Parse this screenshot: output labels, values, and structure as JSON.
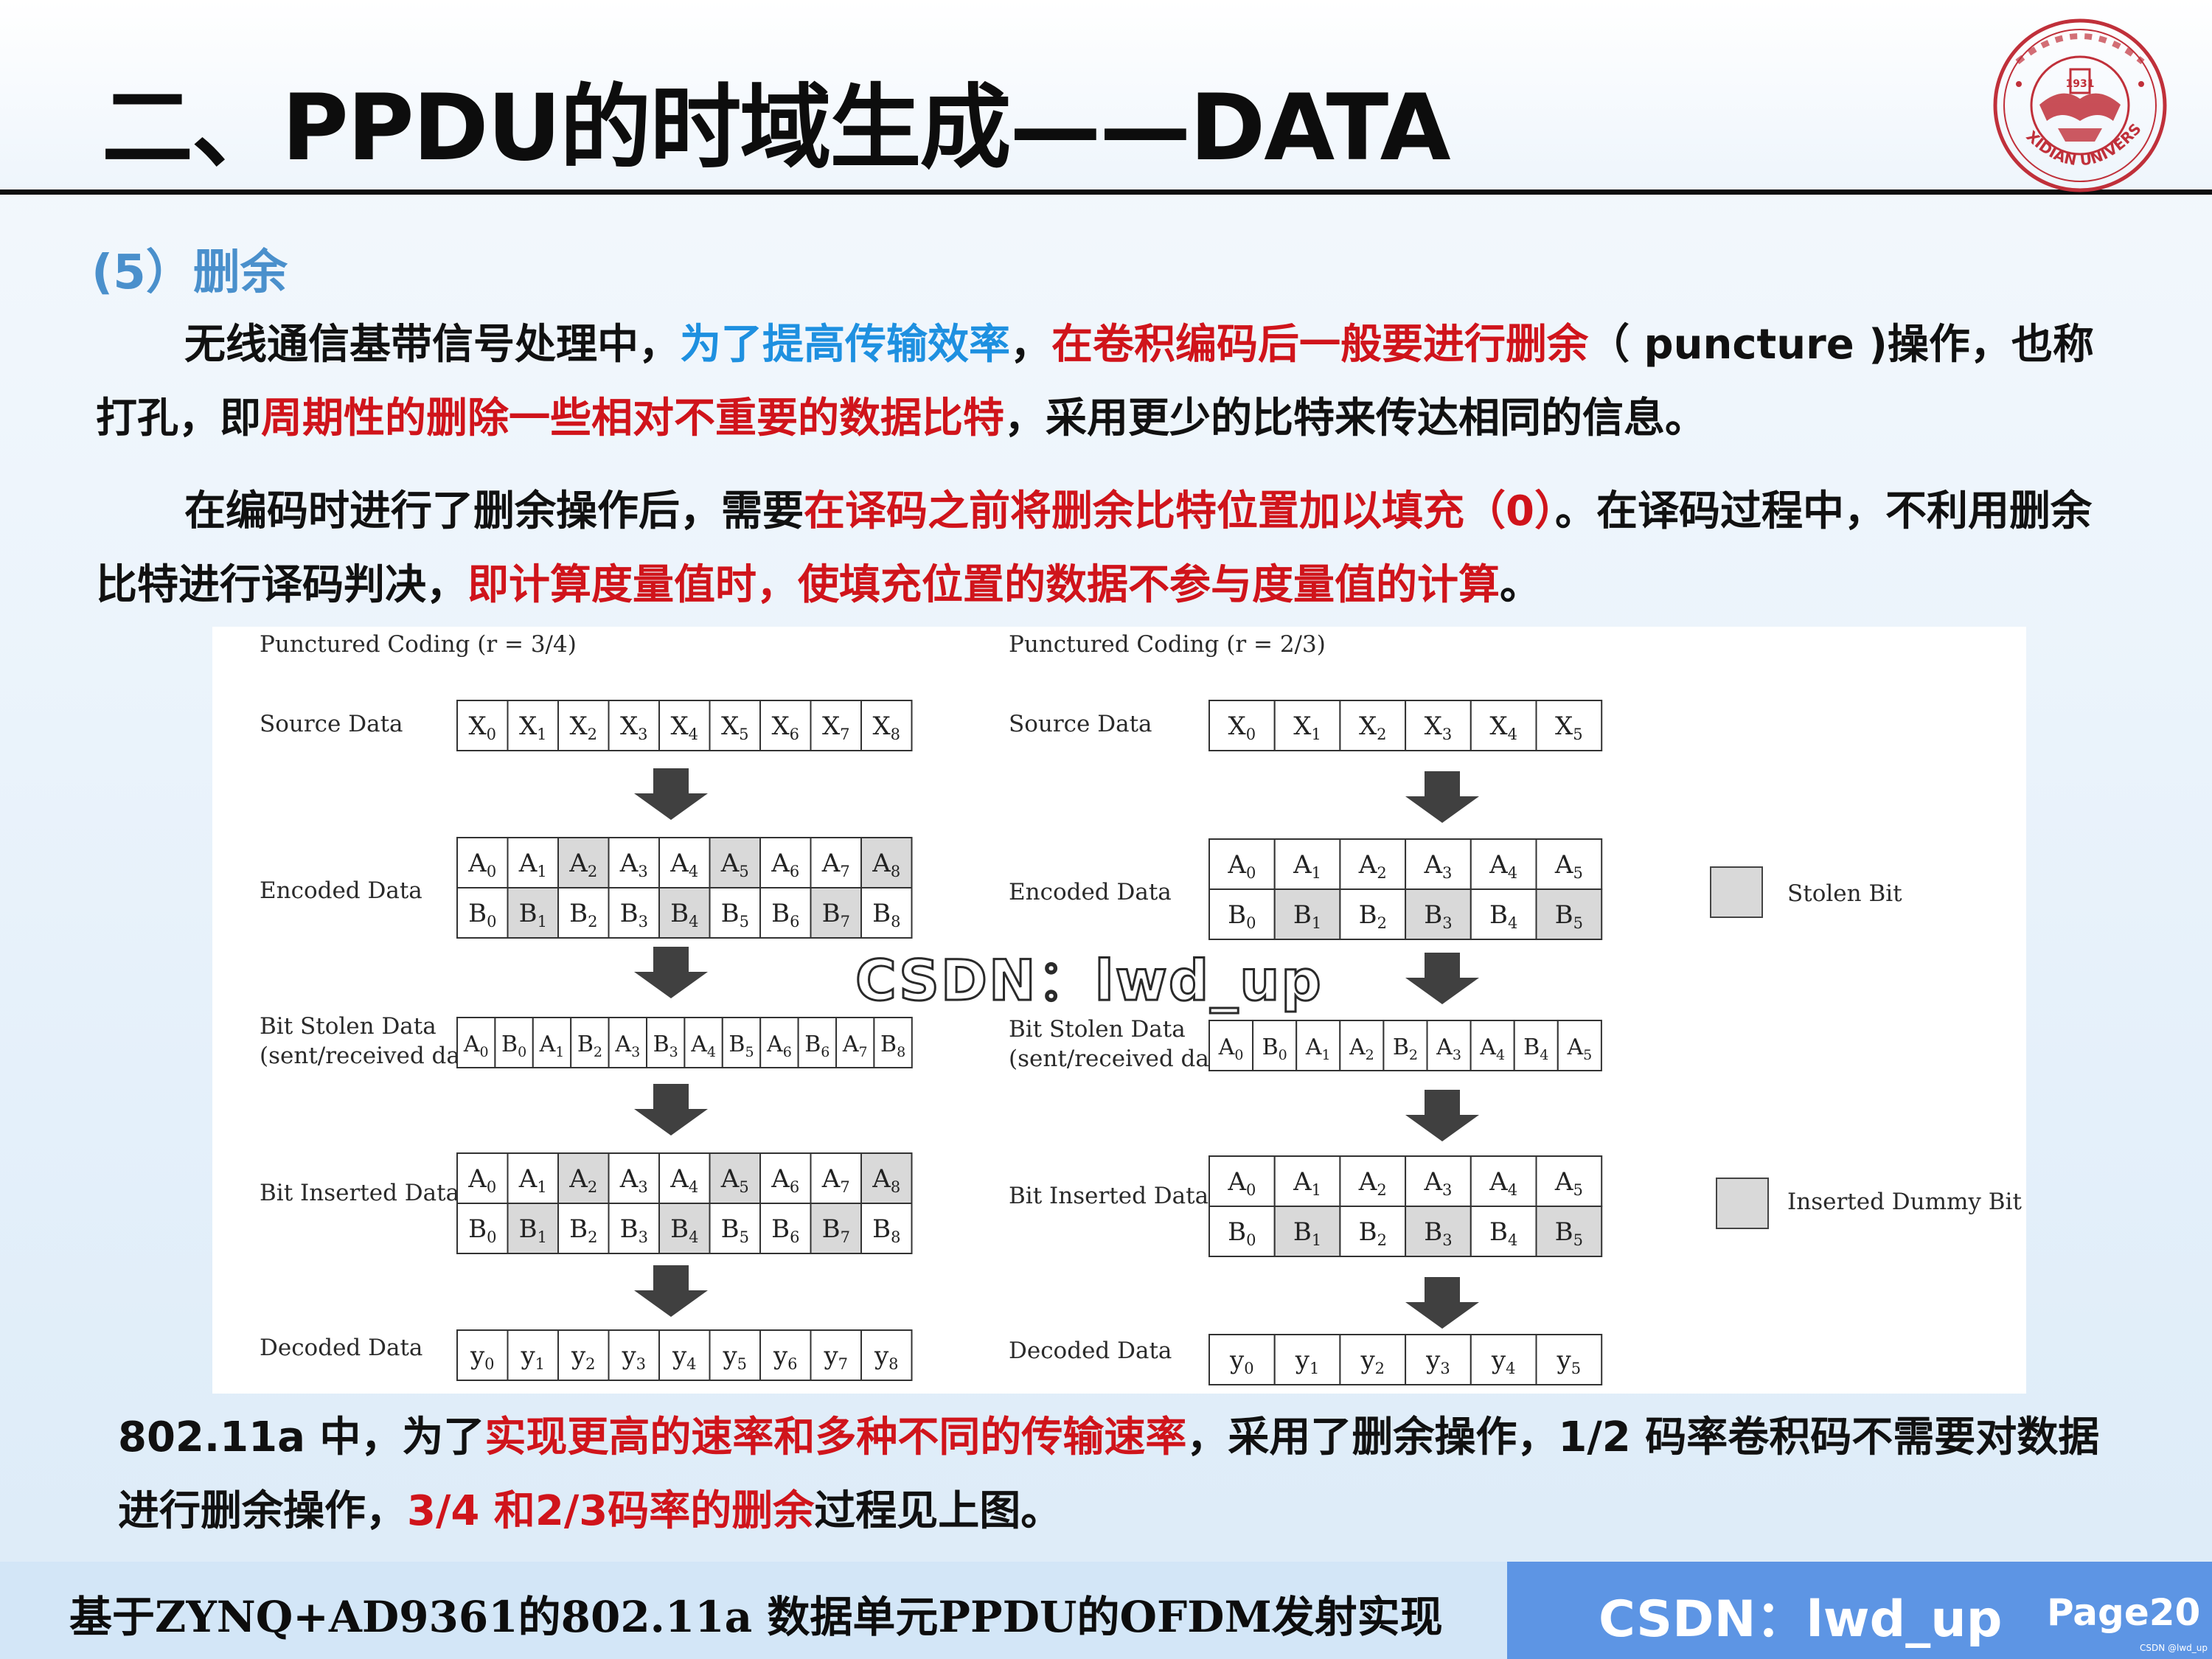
{
  "title": "二、PPDU的时域生成——DATA",
  "logo": {
    "name": "xidian-university-seal",
    "text": "XIDIAN UNIVERSITY",
    "year": "1931"
  },
  "section": {
    "heading": "(5）删余"
  },
  "paragraph1": {
    "s1": "无线通信基带信号处理中，",
    "s2": "为了提高传输效率",
    "s3": "，",
    "s4": "在卷积编码后一般要进行删余",
    "s5": "（ puncture )操作，也称打孔，即",
    "s6": "周期性的删除一些相对不重要的数据比特",
    "s7": "，采用更少的比特来传达相同的信息。"
  },
  "paragraph2": {
    "s1": "在编码时进行了删余操作后，需要",
    "s2": "在译码之前将删余比特位置加以填充（0）",
    "s3": "。在译码过程中，不利用删余比特进行译码判决，",
    "s4": "即计算度量值时，使填充位置的数据不参与度量值的计算",
    "s5": "。"
  },
  "figure": {
    "left_title": "Punctured Coding (r = 3/4)",
    "right_title": "Punctured Coding (r = 2/3)",
    "row_labels": {
      "source": "Source Data",
      "encoded": "Encoded Data",
      "stolen1": "Bit Stolen Data",
      "stolen2": "(sent/received data)",
      "inserted": "Bit Inserted Data",
      "decoded": "Decoded Data"
    },
    "legend": {
      "stolen": "Stolen Bit",
      "inserted": "Inserted Dummy Bit"
    },
    "left": {
      "stolen_a": [
        2,
        5,
        8
      ],
      "stolen_b": [
        1,
        4,
        7
      ],
      "sent_sequence": [
        "A0",
        "B0",
        "A1",
        "B2",
        "A3",
        "B3",
        "A4",
        "B5",
        "A6",
        "B6",
        "A7",
        "B8"
      ]
    },
    "right": {
      "stolen_a": [],
      "stolen_b": [
        1,
        3,
        5
      ],
      "sent_sequence": [
        "A0",
        "B0",
        "A1",
        "A2",
        "B2",
        "A3",
        "A4",
        "B4",
        "A5"
      ]
    },
    "colors": {
      "stolen_fill": "#d9d9d9",
      "cell_fill": "#ffffff",
      "arrow": "#404040"
    }
  },
  "watermark": "CSDN：lwd_up",
  "paragraph3": {
    "s1": "802.11a 中，为了",
    "s2": "实现更高的速率和多种不同的传输速率",
    "s3": "，采用了删余操作，1/2 码率卷积码不需要对数据进行删余操作，",
    "s4": "3/4 和2/3码率的删余",
    "s5": "过程见上图。"
  },
  "footer": {
    "text": "基于ZYNQ+AD9361的802.11a 数据单元PPDU的OFDM发射实现",
    "csdn": "CSDN：lwd_up",
    "page": "Page20",
    "mark": "CSDN @lwd_up"
  }
}
